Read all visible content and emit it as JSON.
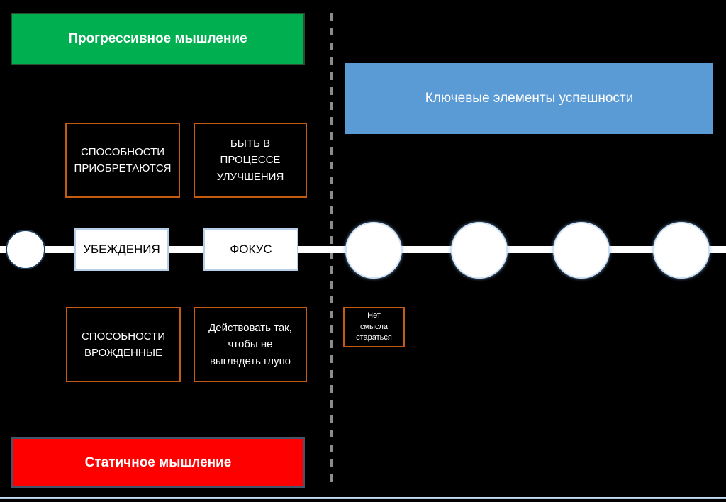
{
  "slide_colors": {
    "background": "#000000",
    "progressive_banner": "#00B050",
    "key_elements_banner": "#5B9BD5",
    "static_banner": "#FF0000",
    "box_border_orange": "#C55A11",
    "timeline_white": "#FFFFFF",
    "divider_gray": "#8C8C8C",
    "bottom_rule_blue": "#A5BEDC"
  },
  "banners": {
    "progressive": {
      "label": "Прогрессивное мышление"
    },
    "key_elements": {
      "label": "Ключевые элементы успешности"
    },
    "static": {
      "label": "Статичное мышление"
    }
  },
  "growth_mindset_boxes": {
    "abilities": "СПОСОБНОСТИ\nПРИОБРЕТАЮТСЯ",
    "process": "БЫТЬ В\nПРОЦЕССЕ\nУЛУЧШЕНИЯ"
  },
  "fixed_mindset_boxes": {
    "abilities": "СПОСОБНОСТИ\nВРОЖДЕННЫЕ",
    "act": "Действовать так,\nчтобы не\nвыглядеть глупо",
    "no_sense": "Нет\nсмысла\nстараться"
  },
  "timeline": {
    "beliefs_label": "УБЕЖДЕНИЯ",
    "focus_label": "ФОКУС",
    "right_node_count": 4
  }
}
